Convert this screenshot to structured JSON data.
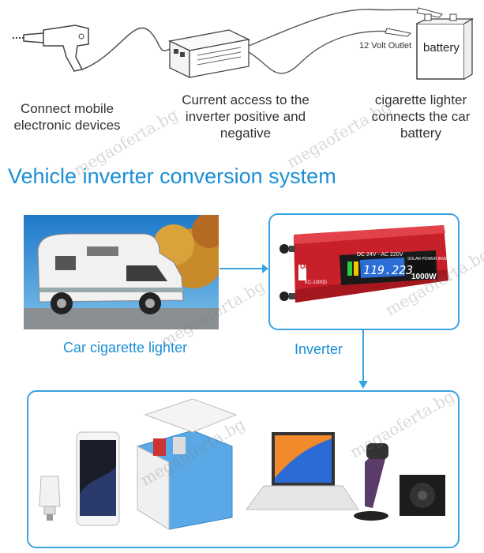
{
  "top_diagram": {
    "outlet_label": "12 Volt Outlet",
    "battery_label": "battery",
    "captions": {
      "left": "Connect mobile electronic devices",
      "middle": "Current access to the inverter positive and negative",
      "right": "cigarette lighter connects the car battery"
    }
  },
  "title": "Vehicle inverter conversion system",
  "source": {
    "label": "Car cigarette lighter"
  },
  "inverter": {
    "label": "Inverter",
    "brand": "UKC",
    "model": "KC-1000D",
    "display_value": "119.223",
    "power": "1000W",
    "panel_text": "SOLAR POWER INVERTER",
    "spec_text": "DC 24V - AC 220V"
  },
  "watermark": "megaoferta.bg",
  "colors": {
    "accent_blue": "#1b8fd6",
    "box_border": "#3aa3e3",
    "inverter_red": "#c8202a"
  }
}
